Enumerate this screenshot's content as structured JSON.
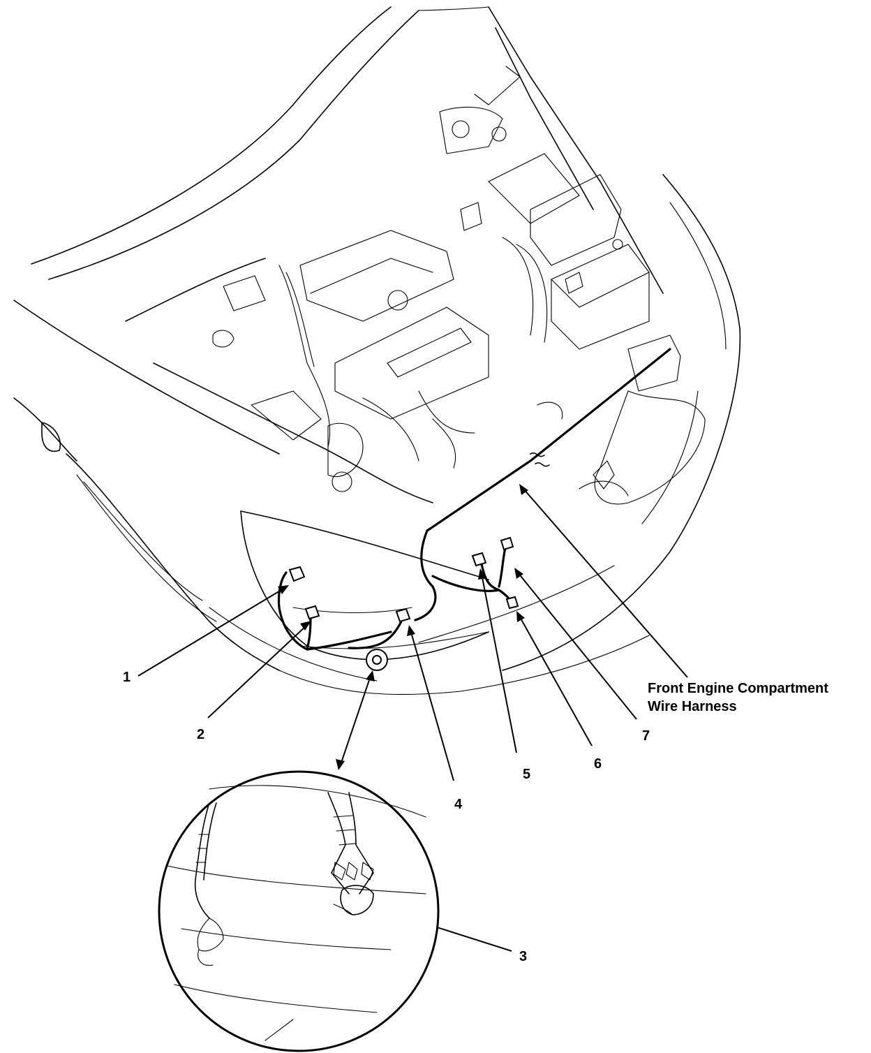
{
  "callouts": [
    {
      "id": "1",
      "text": "1"
    },
    {
      "id": "2",
      "text": "2"
    },
    {
      "id": "3",
      "text": "3"
    },
    {
      "id": "4",
      "text": "4"
    },
    {
      "id": "5",
      "text": "5"
    },
    {
      "id": "6",
      "text": "6"
    },
    {
      "id": "7",
      "text": "7"
    }
  ],
  "harness_label": {
    "line1": "Front Engine Compartment",
    "line2": "Wire Harness"
  }
}
